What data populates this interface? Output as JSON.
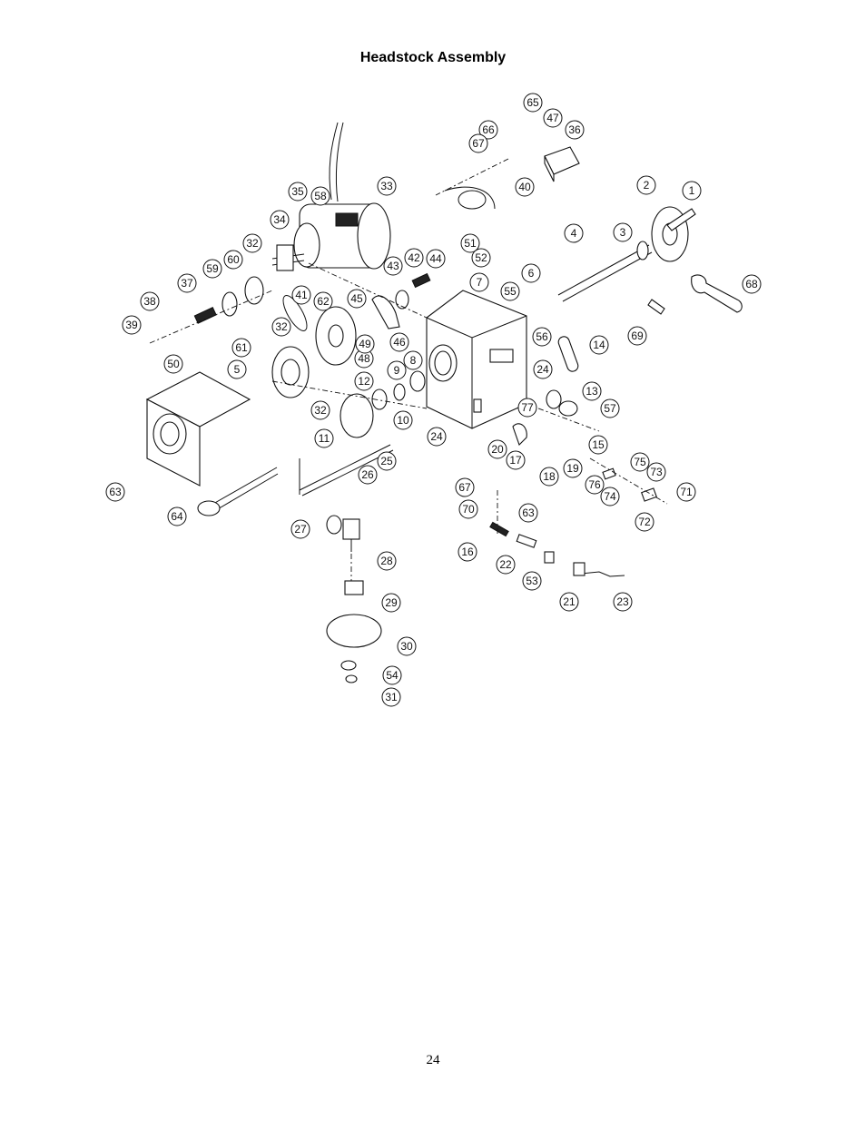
{
  "header": {
    "title": "Headstock Assembly"
  },
  "footer": {
    "page_number": "24"
  },
  "callouts": [
    "1",
    "2",
    "3",
    "4",
    "5",
    "6",
    "7",
    "8",
    "9",
    "10",
    "11",
    "12",
    "13",
    "14",
    "15",
    "16",
    "17",
    "18",
    "19",
    "20",
    "21",
    "22",
    "23",
    "24",
    "24",
    "25",
    "26",
    "27",
    "28",
    "29",
    "30",
    "31",
    "32",
    "32",
    "32",
    "33",
    "34",
    "35",
    "36",
    "37",
    "38",
    "39",
    "40",
    "41",
    "42",
    "43",
    "44",
    "45",
    "46",
    "47",
    "48",
    "49",
    "50",
    "51",
    "52",
    "53",
    "54",
    "55",
    "56",
    "57",
    "58",
    "59",
    "60",
    "61",
    "62",
    "63",
    "63",
    "64",
    "65",
    "66",
    "67",
    "67",
    "68",
    "69",
    "70",
    "71",
    "72",
    "73",
    "74",
    "75",
    "76",
    "77"
  ]
}
